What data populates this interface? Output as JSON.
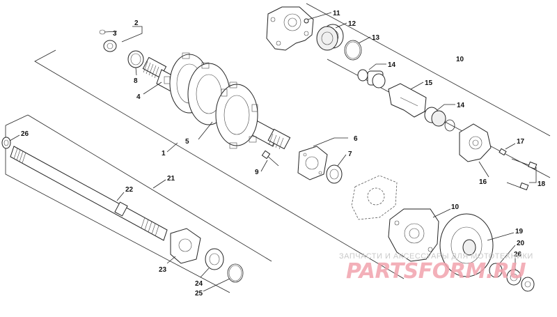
{
  "callouts": {
    "c1": "1",
    "c2": "2",
    "c3": "3",
    "c4": "4",
    "c5": "5",
    "c6": "6",
    "c7": "7",
    "c8": "8",
    "c9": "9",
    "c10a": "10",
    "c10b": "10",
    "c11": "11",
    "c12": "12",
    "c13": "13",
    "c14a": "14",
    "c14b": "14",
    "c15": "15",
    "c16": "16",
    "c17": "17",
    "c18": "18",
    "c19": "19",
    "c20": "20",
    "c21": "21",
    "c22": "22",
    "c23": "23",
    "c24": "24",
    "c25": "25",
    "c26a": "26",
    "c26b": "26"
  },
  "watermark": {
    "tagline": "ЗАПЧАСТИ И АКСЕССУАРЫ ДЛЯ МОТОТЕХНИКИ",
    "logo": "PARTSFORM.RU"
  },
  "colors": {
    "line": "#222222",
    "watermark_logo": "#f1a3ad",
    "watermark_text": "#c9c9c9"
  }
}
